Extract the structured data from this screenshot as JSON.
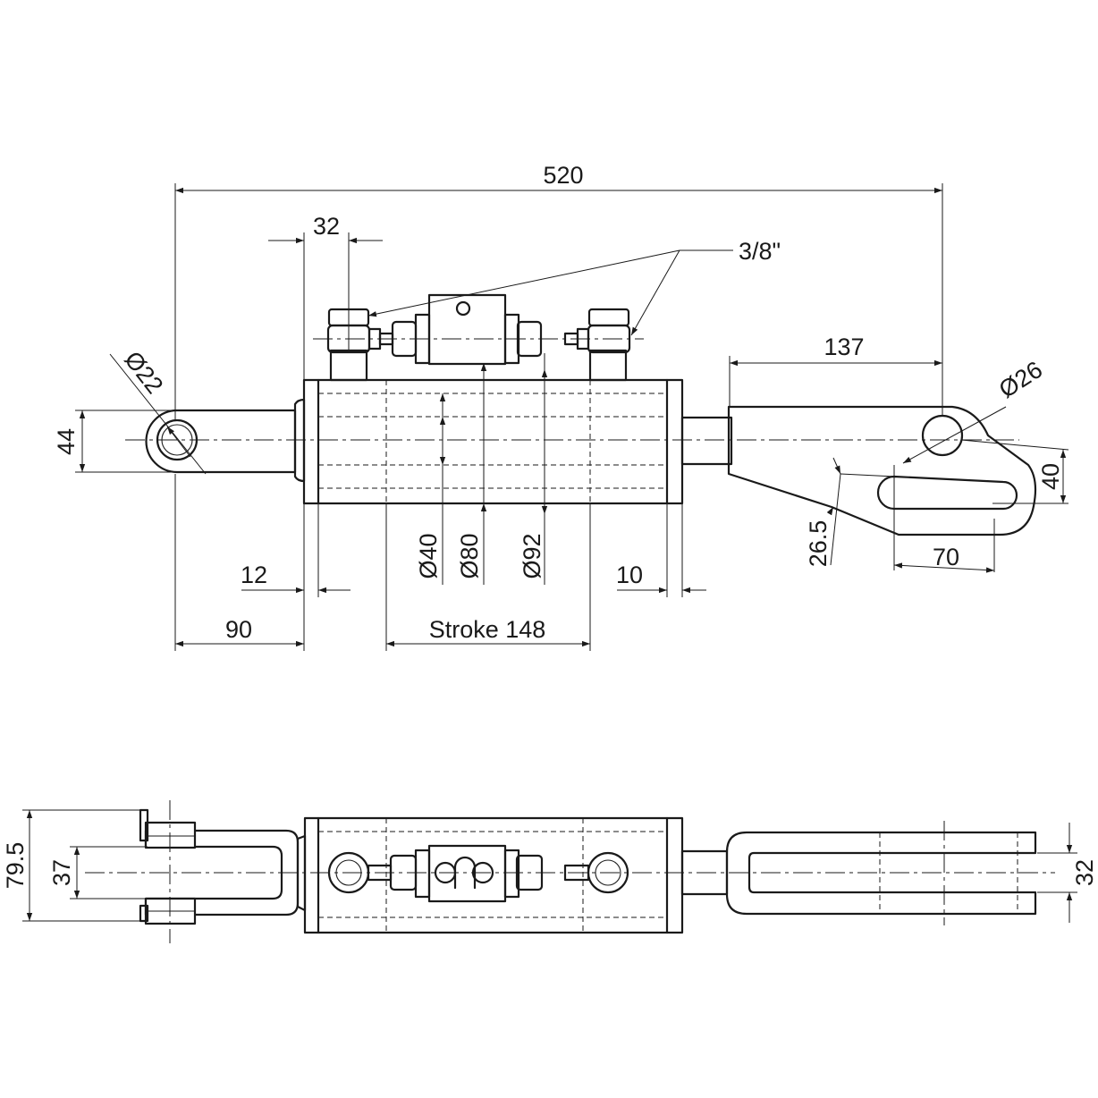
{
  "dimensions": {
    "overall_length": "520",
    "port_spacing": "32",
    "port_thread": "3/8\"",
    "eye_dia_left": "Ø22",
    "eye_height_left": "44",
    "end_length_right": "137",
    "eye_dia_right": "Ø26",
    "slot_offset": "40",
    "slot_dim": "26.5",
    "slot_length": "70",
    "rod_dia": "Ø40",
    "bore_dia": "Ø80",
    "cyl_dia": "Ø92",
    "cap_left": "12",
    "cap_right": "10",
    "rod_end_len": "90",
    "stroke": "Stroke 148",
    "clevis_width": "79.5",
    "clevis_gap": "37",
    "fork_gap": "32"
  },
  "colors": {
    "line": "#1a1a1a",
    "background": "#ffffff"
  }
}
